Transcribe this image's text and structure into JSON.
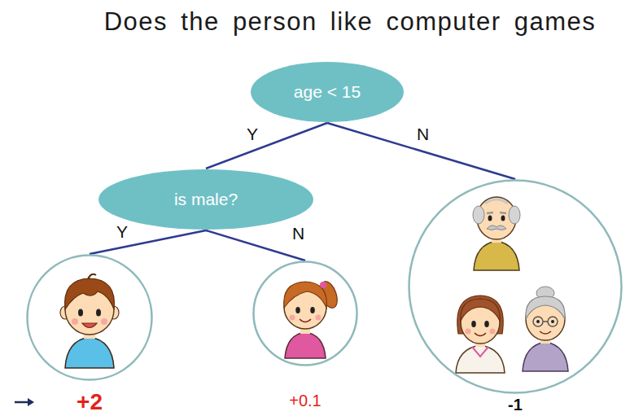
{
  "diagram": {
    "title": "Does the person like computer games",
    "nodes": [
      {
        "text": [
          "age < 15"
        ]
      },
      {
        "text": [
          "is male?"
        ]
      },
      {
        "text": [
          "+2"
        ]
      },
      {
        "text": [
          "+0.1"
        ]
      },
      {
        "text": [
          "-1"
        ]
      }
    ],
    "edges": [
      {
        "from": 0,
        "to": 1,
        "arrow": "none",
        "label": "Y"
      },
      {
        "from": 0,
        "to": 4,
        "arrow": "none",
        "label": "N"
      },
      {
        "from": 1,
        "to": 2,
        "arrow": "none",
        "label": "Y"
      },
      {
        "from": 1,
        "to": 3,
        "arrow": "none",
        "label": "N"
      }
    ]
  }
}
